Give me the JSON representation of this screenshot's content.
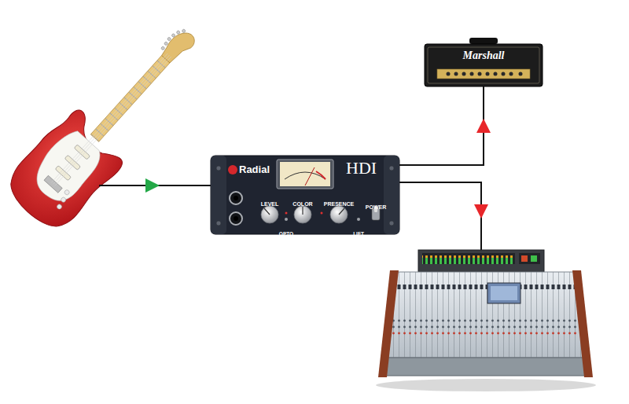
{
  "diagram": {
    "nodes": [
      {
        "text": [
          "Radial",
          "HDI"
        ]
      },
      {
        "text": [
          "Marshall"
        ]
      }
    ],
    "edges": [
      {
        "from": 0,
        "to": 1,
        "arrow": "to"
      }
    ],
    "labels": [
      "LEVEL",
      "COLOR",
      "PRESENCE",
      "POWER",
      "OPTO",
      "LIFT"
    ]
  }
}
